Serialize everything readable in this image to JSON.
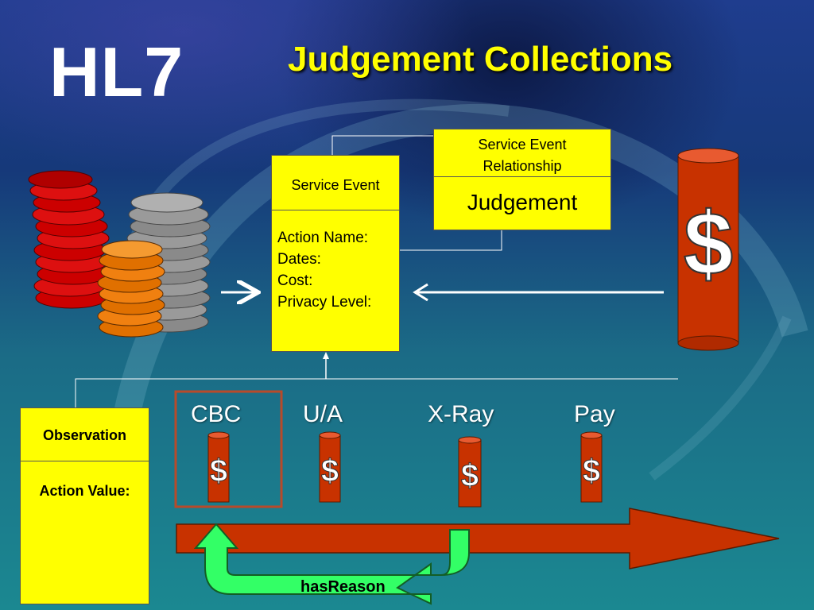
{
  "header": {
    "logo": "HL7",
    "title": "Judgement Collections"
  },
  "service_event": {
    "title": "Service Event",
    "attributes": [
      "Action Name:",
      "Dates:",
      "Cost:",
      "Privacy Level:"
    ]
  },
  "service_event_relationship": {
    "title_line1": "Service Event",
    "title_line2": "Relationship",
    "value": "Judgement"
  },
  "observation": {
    "title": "Observation",
    "attribute": "Action Value:"
  },
  "categories": [
    "CBC",
    "U/A",
    "X-Ray",
    "Pay"
  ],
  "relation_label": "hasReason",
  "colors": {
    "box_fill": "#ffff00",
    "title_text": "#ffff00",
    "arrow_red": "#c83200",
    "arrow_green": "#33ff66",
    "highlight_frame": "#b84a2a"
  },
  "icons": {
    "coins": "coin-stack-icon",
    "money_tube": "dollar-cylinder-icon"
  }
}
